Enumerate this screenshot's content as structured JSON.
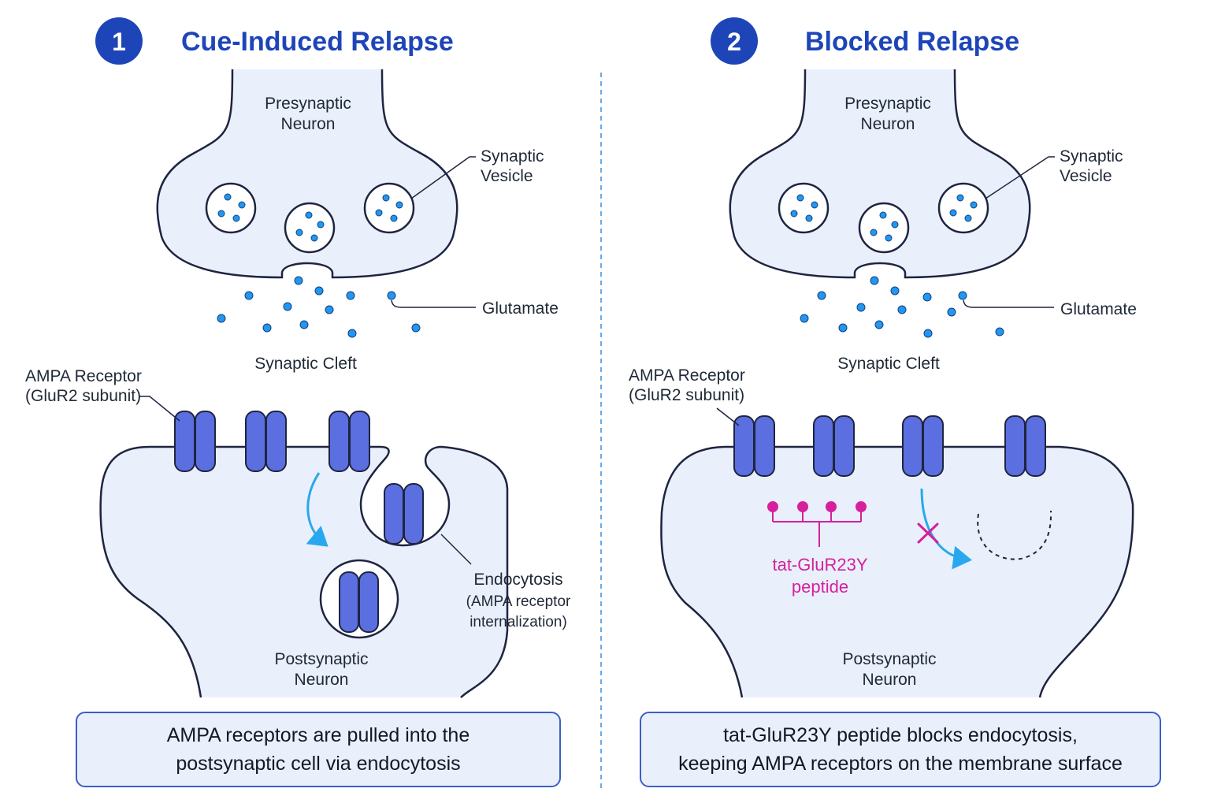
{
  "colors": {
    "title_blue": "#1e45b8",
    "cell_fill": "#e9f0fb",
    "outline": "#1f2440",
    "receptor": "#5b6fe0",
    "glutamate": "#2196f3",
    "arrow": "#29a8ef",
    "peptide": "#d6209e",
    "divider": "#3b8fd8"
  },
  "panels": [
    {
      "number": "1",
      "title": "Cue-Induced Relapse",
      "presynaptic": [
        "Presynaptic",
        "Neuron"
      ],
      "vesicle": [
        "Synaptic",
        "Vesicle"
      ],
      "glutamate": "Glutamate",
      "cleft": "Synaptic Cleft",
      "receptor": [
        "AMPA Receptor",
        "(GluR2 subunit)"
      ],
      "endocytosis": [
        "Endocytosis",
        "(AMPA receptor",
        "internalization)"
      ],
      "postsynaptic": [
        "Postsynaptic",
        "Neuron"
      ],
      "caption": [
        "AMPA receptors are pulled into the",
        "postsynaptic cell via endocytosis"
      ]
    },
    {
      "number": "2",
      "title": "Blocked Relapse",
      "presynaptic": [
        "Presynaptic",
        "Neuron"
      ],
      "vesicle": [
        "Synaptic",
        "Vesicle"
      ],
      "glutamate": "Glutamate",
      "cleft": "Synaptic Cleft",
      "receptor": [
        "AMPA Receptor",
        "(GluR2 subunit)"
      ],
      "peptide": [
        "tat-GluR23Y",
        "peptide"
      ],
      "postsynaptic": [
        "Postsynaptic",
        "Neuron"
      ],
      "caption": [
        "tat-GluR23Y peptide blocks endocytosis,",
        "keeping AMPA receptors on the membrane surface"
      ]
    }
  ]
}
